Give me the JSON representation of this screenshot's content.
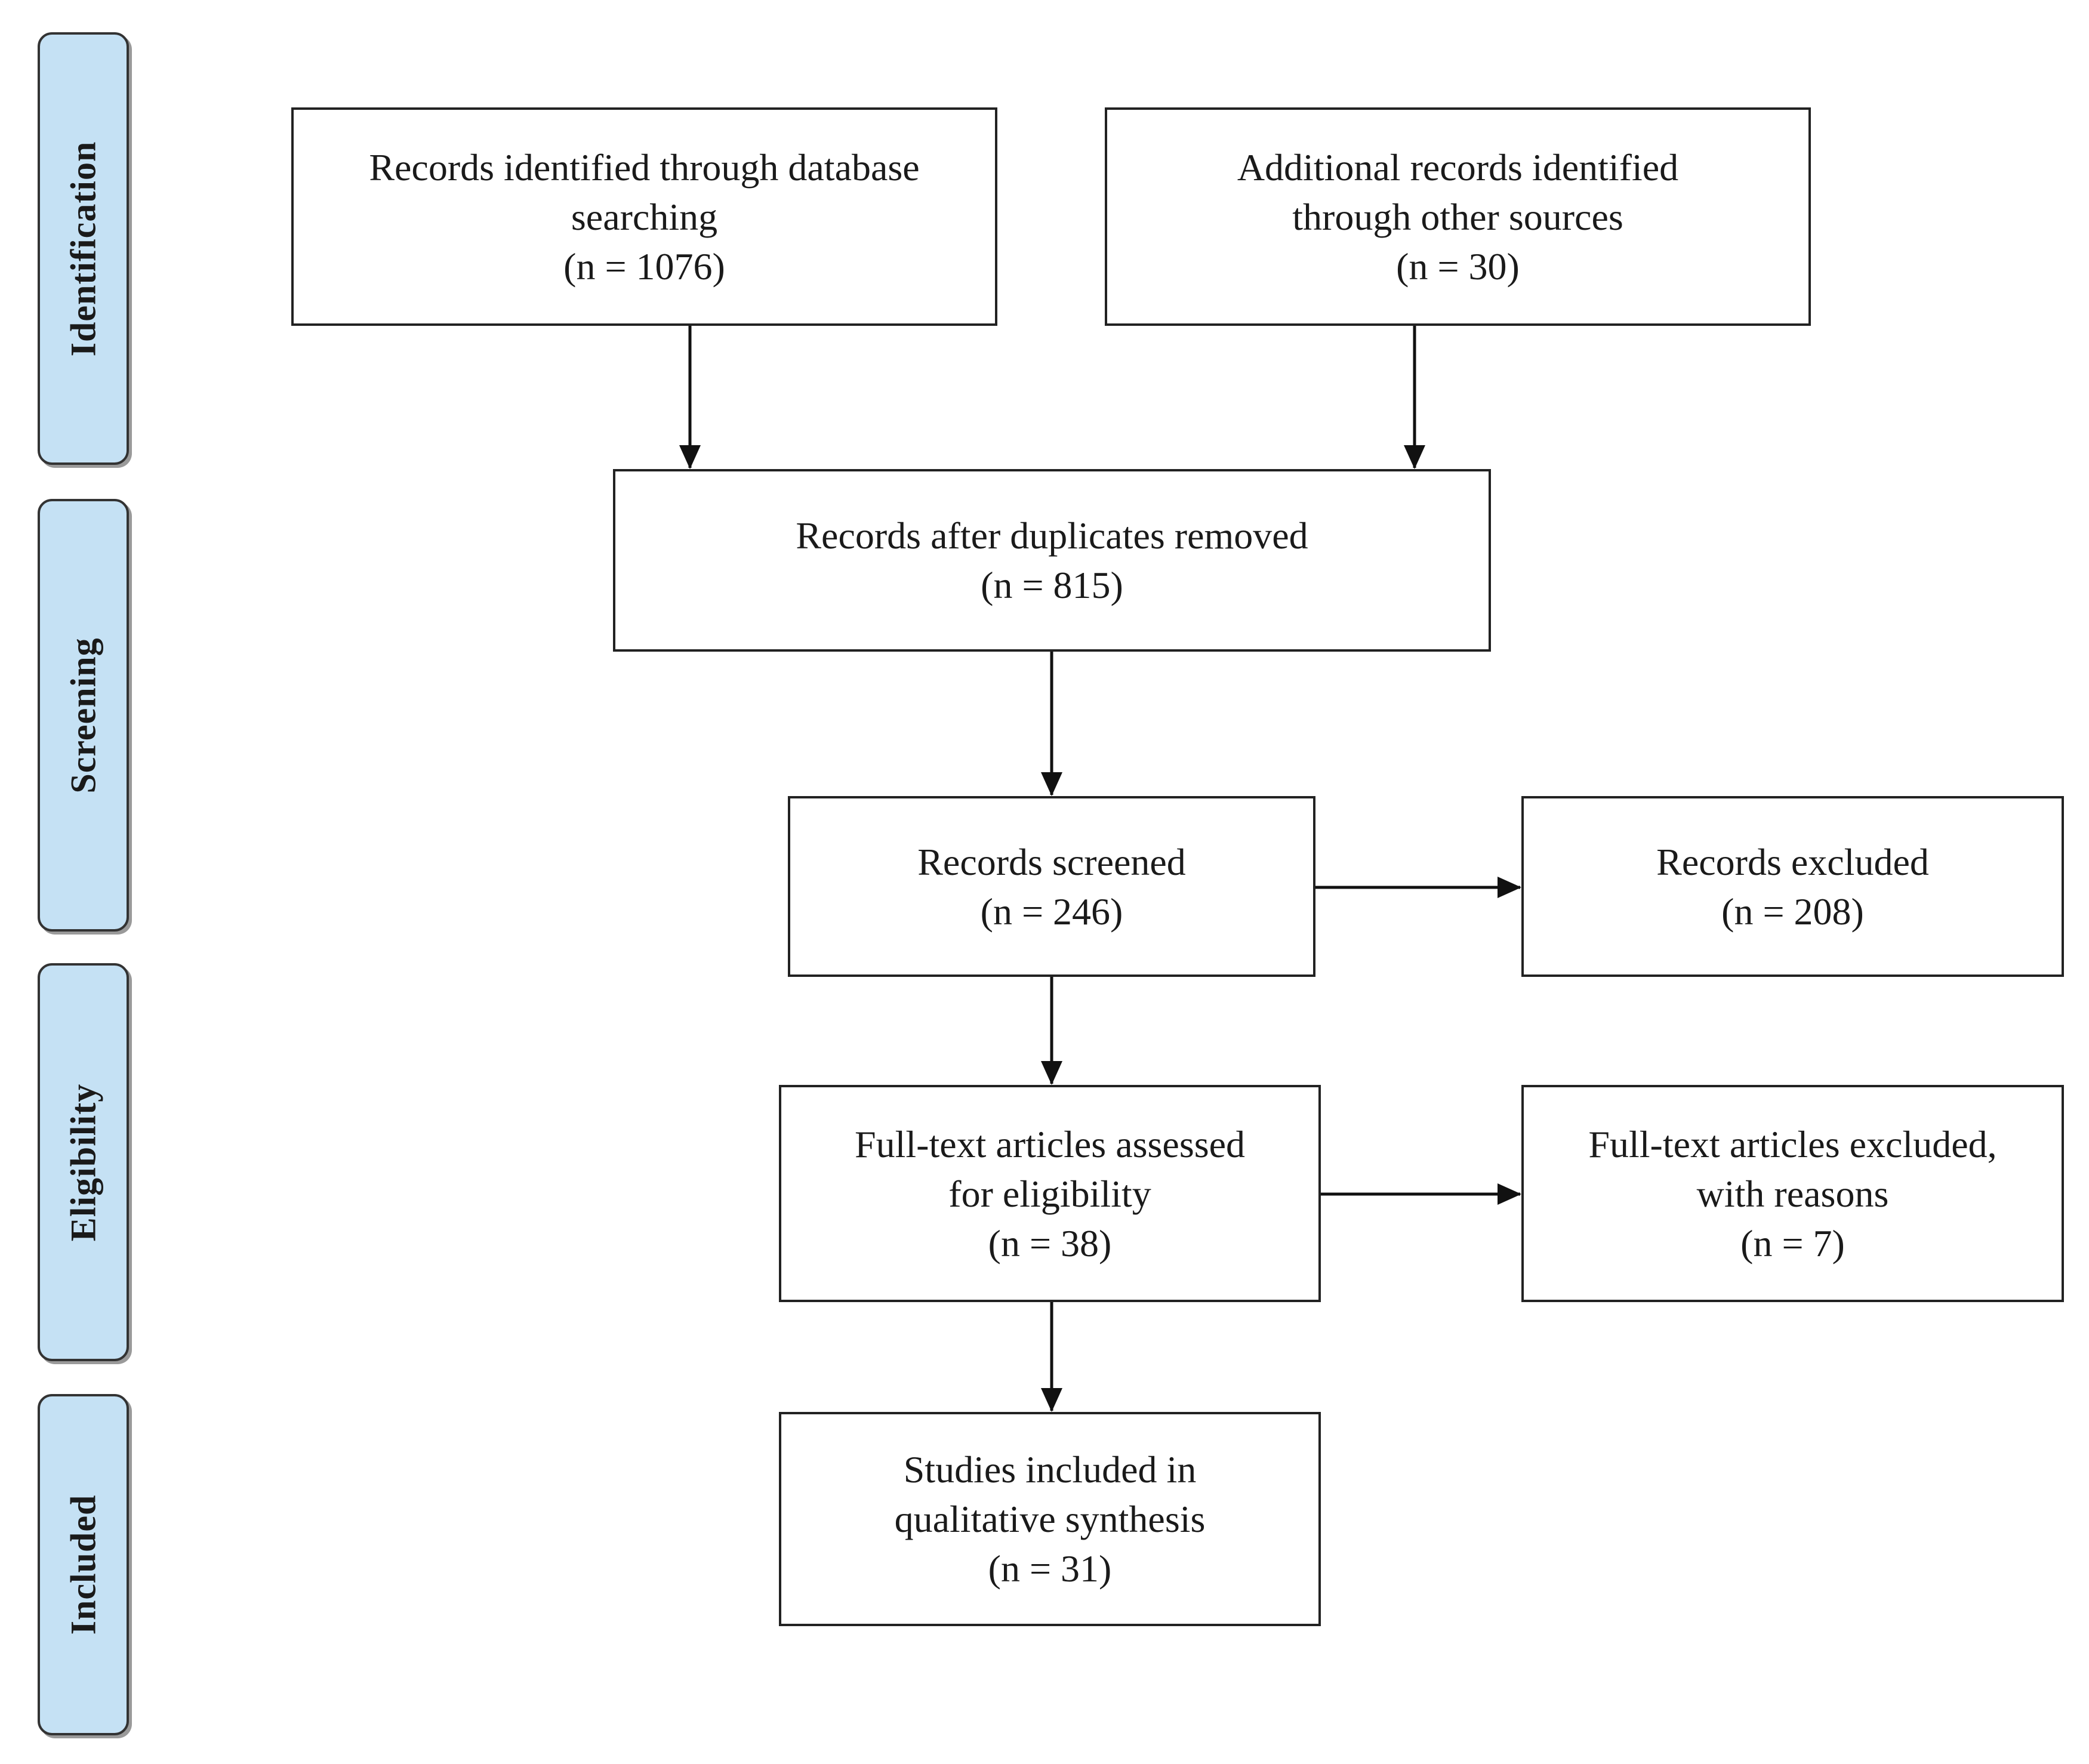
{
  "phases": {
    "identification": "Identification",
    "screening": "Screening",
    "eligibility": "Eligibility",
    "included": "Included"
  },
  "boxes": {
    "database": {
      "line1": "Records identified through database",
      "line2": "searching",
      "count": "(n = 1076)"
    },
    "other_sources": {
      "line1": "Additional records identified",
      "line2": "through other sources",
      "count": "(n = 30)"
    },
    "duplicates_removed": {
      "line1": "Records after duplicates removed",
      "count": "(n = 815)"
    },
    "screened": {
      "line1": "Records screened",
      "count": "(n = 246)"
    },
    "excluded": {
      "line1": "Records excluded",
      "count": "(n = 208)"
    },
    "fulltext_assessed": {
      "line1": "Full-text articles assessed",
      "line2": "for eligibility",
      "count": "(n = 38)"
    },
    "fulltext_excluded": {
      "line1": "Full-text articles excluded,",
      "line2": "with reasons",
      "count": "(n = 7)"
    },
    "included": {
      "line1": "Studies included in",
      "line2": "qualitative synthesis",
      "count": "(n = 31)"
    }
  },
  "colors": {
    "phase_fill": "#c5e1f4",
    "border": "#222222",
    "arrow": "#111111"
  }
}
